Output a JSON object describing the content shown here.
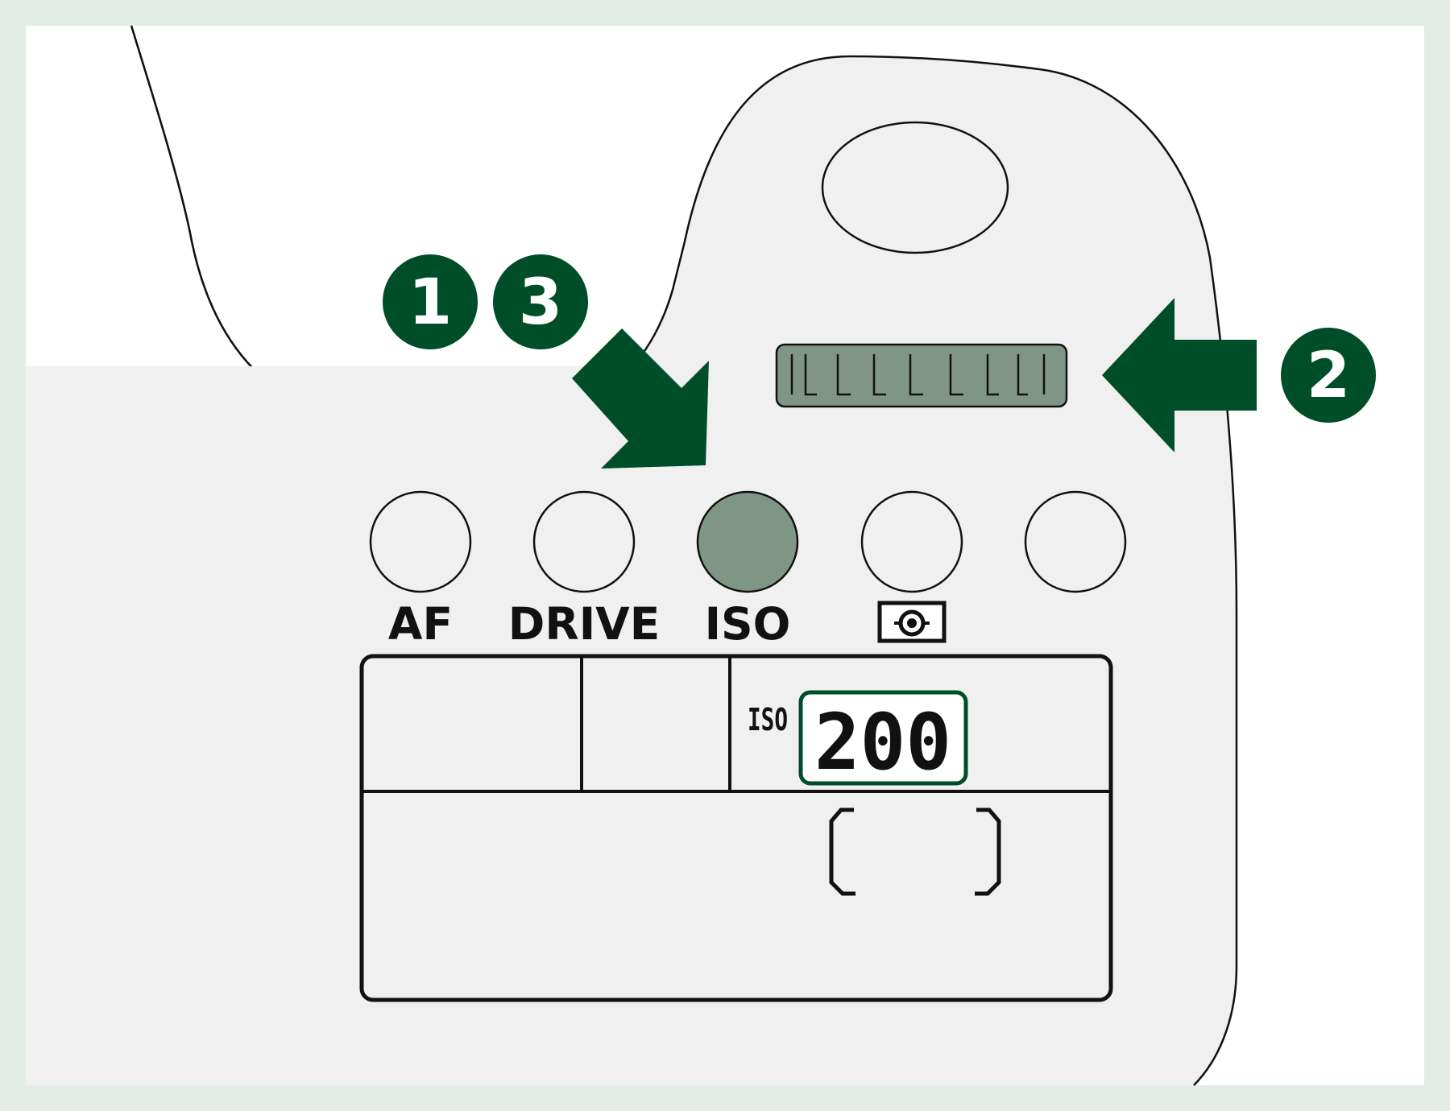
{
  "callouts": {
    "one": "1",
    "three": "3",
    "two": "2"
  },
  "buttons": {
    "af": "AF",
    "drive": "DRIVE",
    "iso": "ISO"
  },
  "display": {
    "iso_label": "ISO",
    "iso_value": "200"
  },
  "colors": {
    "background": "#e4ece6",
    "panel": "#ffffff",
    "body": "#f0f0f0",
    "accent": "#004d2a",
    "highlight": "#7f9687",
    "line": "#111111"
  },
  "icons": {
    "metering": "metering-mode-icon",
    "arrow_press": "arrow-down-right-icon",
    "arrow_dial": "arrow-left-icon"
  }
}
